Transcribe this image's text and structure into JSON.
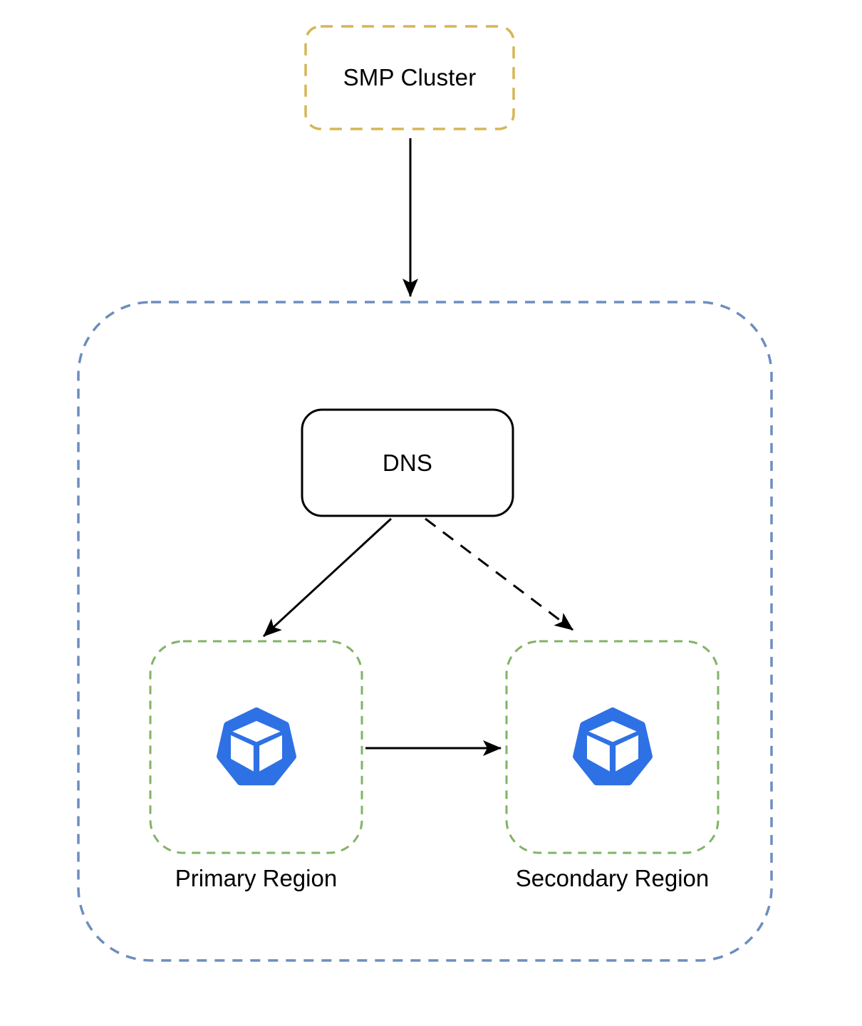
{
  "diagram": {
    "nodes": {
      "smp_cluster": {
        "label": "SMP Cluster",
        "shape": "rounded-rectangle",
        "border_style": "dashed",
        "border_color": "#D6B656"
      },
      "dns": {
        "label": "DNS",
        "shape": "rounded-rectangle",
        "border_style": "solid",
        "border_color": "#000000"
      },
      "outer_boundary": {
        "label": "",
        "shape": "rounded-rectangle",
        "border_style": "dashed",
        "border_color": "#6C8EBF",
        "contains": [
          "dns",
          "primary_region",
          "secondary_region"
        ]
      },
      "primary_region": {
        "label": "Primary Region",
        "shape": "rounded-rectangle",
        "border_style": "dashed",
        "border_color": "#82B366",
        "icon": "kubernetes-cluster-icon",
        "icon_color": "#2E71E5"
      },
      "secondary_region": {
        "label": "Secondary Region",
        "shape": "rounded-rectangle",
        "border_style": "dashed",
        "border_color": "#82B366",
        "icon": "kubernetes-cluster-icon",
        "icon_color": "#2E71E5"
      }
    },
    "edges": [
      {
        "from": "smp_cluster",
        "to": "outer_boundary",
        "line": "solid",
        "arrowhead": "filled-triangle"
      },
      {
        "from": "dns",
        "to": "primary_region",
        "line": "solid",
        "arrowhead": "filled-triangle"
      },
      {
        "from": "dns",
        "to": "secondary_region",
        "line": "dashed",
        "arrowhead": "filled-triangle"
      },
      {
        "from": "primary_region",
        "to": "secondary_region",
        "line": "solid",
        "arrowhead": "filled-triangle"
      }
    ],
    "colors": {
      "edge": "#000000",
      "yellow_border": "#D6B656",
      "blue_border": "#6C8EBF",
      "green_border": "#82B366",
      "icon_blue": "#2E71E5",
      "background": "#FFFFFF"
    }
  }
}
